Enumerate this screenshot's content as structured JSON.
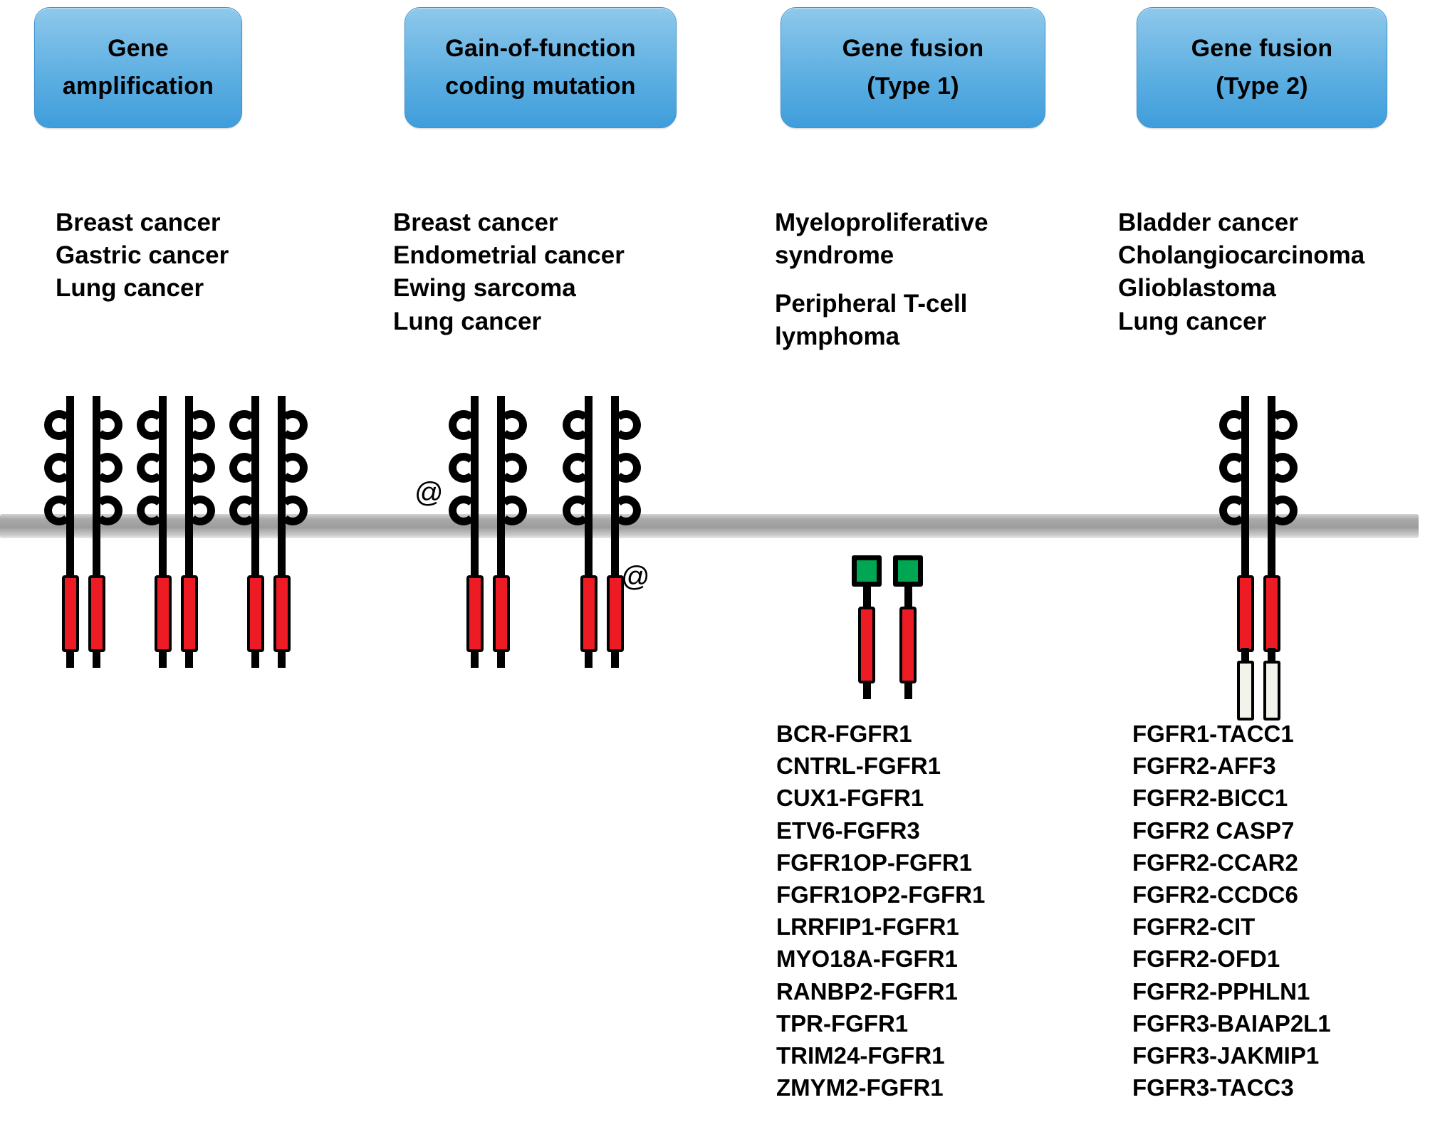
{
  "columns": [
    {
      "id": "gene-amplification",
      "header_lines": [
        "Gene",
        "amplification"
      ],
      "cancers": [
        "Breast  cancer",
        "Gastric  cancer",
        "Lung  cancer"
      ],
      "fusions": []
    },
    {
      "id": "gain-of-function-coding-mutation",
      "header_lines": [
        "Gain-of-function",
        "coding  mutation"
      ],
      "cancers": [
        "Breast  cancer",
        "Endometrial  cancer",
        "Ewing sarcoma",
        "Lung  cancer"
      ],
      "fusions": []
    },
    {
      "id": "gene-fusion-type-1",
      "header_lines": [
        "Gene  fusion",
        "(Type 1)"
      ],
      "cancers": [
        "Myeloproliferative",
        "syndrome",
        "",
        "Peripheral  T-cell",
        "lymphoma"
      ],
      "fusions": [
        "BCR-FGFR1",
        "CNTRL-FGFR1",
        "CUX1-FGFR1",
        "ETV6-FGFR3",
        "FGFR1OP-FGFR1",
        "FGFR1OP2-FGFR1",
        "LRRFIP1-FGFR1",
        "MYO18A-FGFR1",
        "RANBP2-FGFR1",
        "TPR-FGFR1",
        "TRIM24-FGFR1",
        "ZMYM2-FGFR1"
      ]
    },
    {
      "id": "gene-fusion-type-2",
      "header_lines": [
        "Gene  fusion",
        "(Type 2)"
      ],
      "cancers": [
        "Bladder  cancer",
        "Cholangiocarcinoma",
        "Glioblastoma",
        "Lung  cancer"
      ],
      "fusions": [
        "FGFR1-TACC1",
        "FGFR2-AFF3",
        "FGFR2-BICC1",
        "FGFR2 CASP7",
        "FGFR2-CCAR2",
        "FGFR2-CCDC6",
        "FGFR2-CIT",
        "FGFR2-OFD1",
        "FGFR2-PPHLN1",
        "FGFR3-BAIAP2L1",
        "FGFR3-JAKMIP1",
        "FGFR3-TACC3"
      ]
    }
  ],
  "mutation_markers": [
    "@",
    "@"
  ],
  "colors": {
    "header_box_top": "#8fc9ea",
    "header_box_bottom": "#3f9ddb",
    "kinase_domain": "#ED1C24",
    "fusion_partner_green": "#00A651",
    "fusion_partner_pale": "#F2F4EC",
    "membrane": "#a9a9a9",
    "text": "#000000"
  },
  "legend_semantics": {
    "membrane": "plasma membrane",
    "ig_loops": "immunoglobulin-like extracellular domains",
    "kinase": "tyrosine kinase domain",
    "at_symbol": "activating point mutation"
  }
}
